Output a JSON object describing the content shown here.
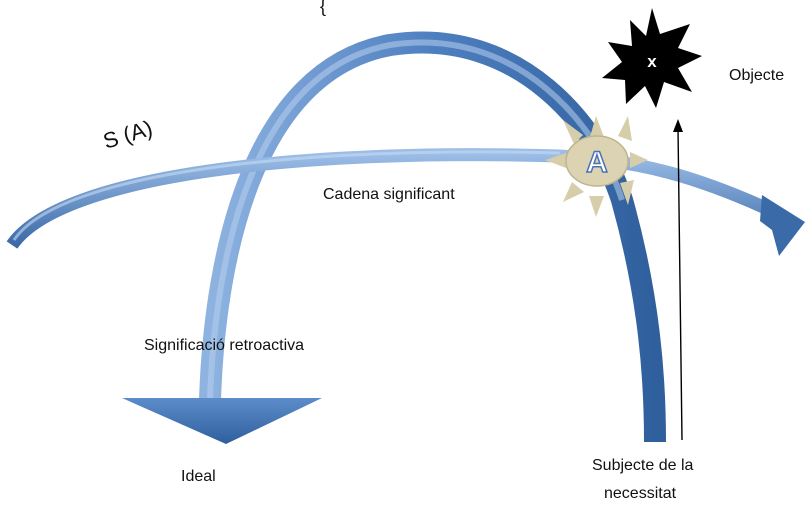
{
  "diagram": {
    "top_glyph": "{",
    "s_a_label": "S (A)",
    "chain_label": "Cadena significant",
    "retro_label": "Significació retroactiva",
    "ideal_label": "Ideal",
    "object_label": "Objecte",
    "object_symbol": "x",
    "a_symbol": "A",
    "subject_line1": "Subjecte de la",
    "subject_line2": "necessitat"
  },
  "colors": {
    "arrow_light": "#7fa8d8",
    "arrow_dark": "#2f5f9c",
    "sun_ray": "#d6ceaa",
    "sun_disc": "#dcd3b2",
    "a_letter_fill": "#ffffff",
    "a_letter_stroke": "#4a72b8",
    "burst_fill": "#000000",
    "line": "#000000"
  },
  "icons": {
    "object_burst": "black-star-burst-icon",
    "a_sun": "sun-icon"
  }
}
